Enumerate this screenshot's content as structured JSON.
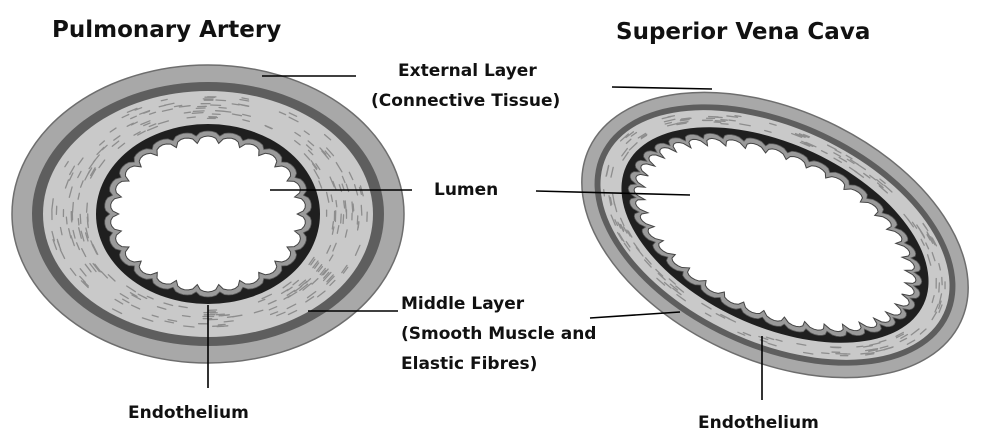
{
  "vessels": {
    "pulmonary_artery": {
      "title": "Pulmonary Artery"
    },
    "superior_vena_cava": {
      "title": "Superior Vena Cava"
    }
  },
  "labels": {
    "external_layer": {
      "line1": "External Layer",
      "line2": "(Connective Tissue)"
    },
    "lumen": "Lumen",
    "middle_layer": {
      "line1": "Middle Layer",
      "line2": "(Smooth Muscle and",
      "line3": "Elastic Fibres)"
    },
    "endothelium_left": "Endothelium",
    "endothelium_right": "Endothelium"
  },
  "colors": {
    "external_layer": "#a8a8a8",
    "elastic_band": "#5e5e5e",
    "middle_layer": "#c9c9c9",
    "endothelium_band": "#1f1f1f",
    "endothelium_cells": "#9a9a9a",
    "lumen": "#ffffff"
  }
}
